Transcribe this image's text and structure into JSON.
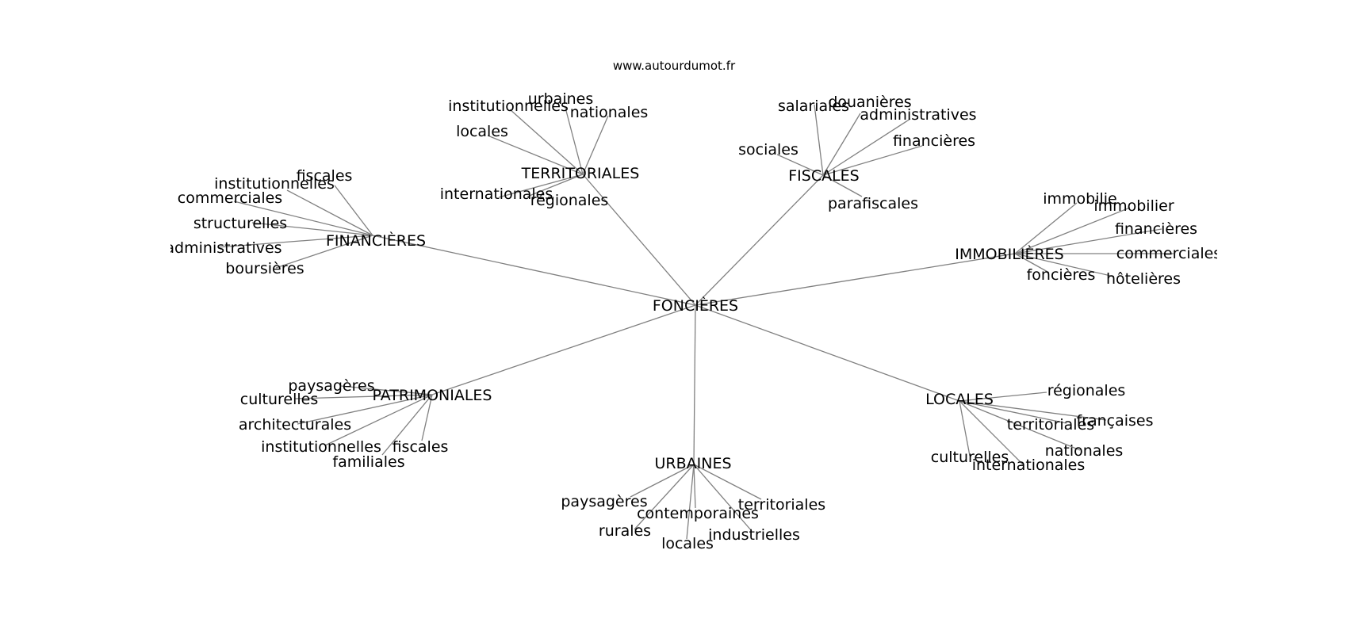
{
  "site": "www.autourdumot.fr",
  "center": "FONCIÈRES",
  "hubs": [
    {
      "id": "financieres",
      "label": "FINANCIÈRES",
      "leaves": [
        "fiscales",
        "institutionnelles",
        "commerciales",
        "structurelles",
        "administratives",
        "boursières"
      ]
    },
    {
      "id": "territoriales",
      "label": "TERRITORIALES",
      "leaves": [
        "urbaines",
        "institutionnelles",
        "nationales",
        "locales",
        "internationales",
        "régionales"
      ]
    },
    {
      "id": "fiscales",
      "label": "FISCALES",
      "leaves": [
        "salariales",
        "douanières",
        "administratives",
        "financières",
        "sociales",
        "parafiscales"
      ]
    },
    {
      "id": "immobilieres",
      "label": "IMMOBILIÈRES",
      "leaves": [
        "immobilie",
        "immobilier",
        "financières",
        "commerciales",
        "foncières",
        "hôtelières"
      ]
    },
    {
      "id": "patrimoniales",
      "label": "PATRIMONIALES",
      "leaves": [
        "paysagères",
        "culturelles",
        "architecturales",
        "institutionnelles",
        "fiscales",
        "familiales"
      ]
    },
    {
      "id": "urbaines",
      "label": "URBAINES",
      "leaves": [
        "paysagères",
        "territoriales",
        "contemporaines",
        "rurales",
        "industrielles",
        "locales"
      ]
    },
    {
      "id": "locales",
      "label": "LOCALES",
      "leaves": [
        "régionales",
        "françaises",
        "territoriales",
        "nationales",
        "culturelles",
        "internationales"
      ]
    }
  ]
}
